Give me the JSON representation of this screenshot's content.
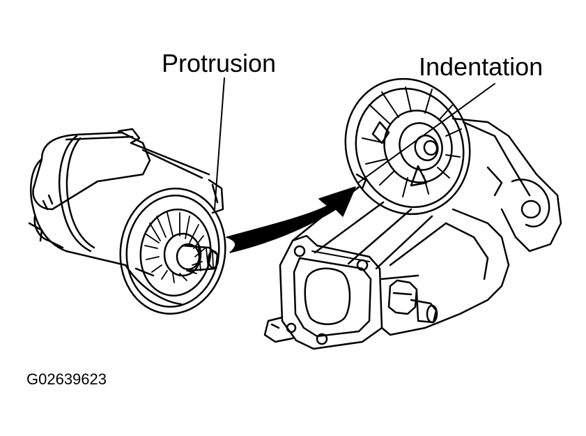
{
  "labels": {
    "protrusion": "Protrusion",
    "indentation": "Indentation"
  },
  "figure_id": "G02639623",
  "colors": {
    "line": "#000000",
    "background": "#ffffff"
  }
}
